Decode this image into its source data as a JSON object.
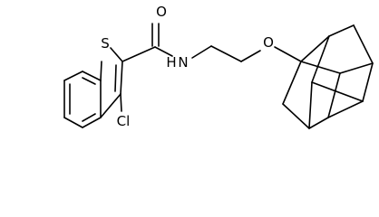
{
  "molecule": {
    "atom_labels": {
      "sulfur": "S",
      "carbonyl_oxygen": "O",
      "amide_nitrogen": "N",
      "amide_hydrogen": "H",
      "ether_oxygen": "O",
      "chlorine": "Cl"
    }
  }
}
